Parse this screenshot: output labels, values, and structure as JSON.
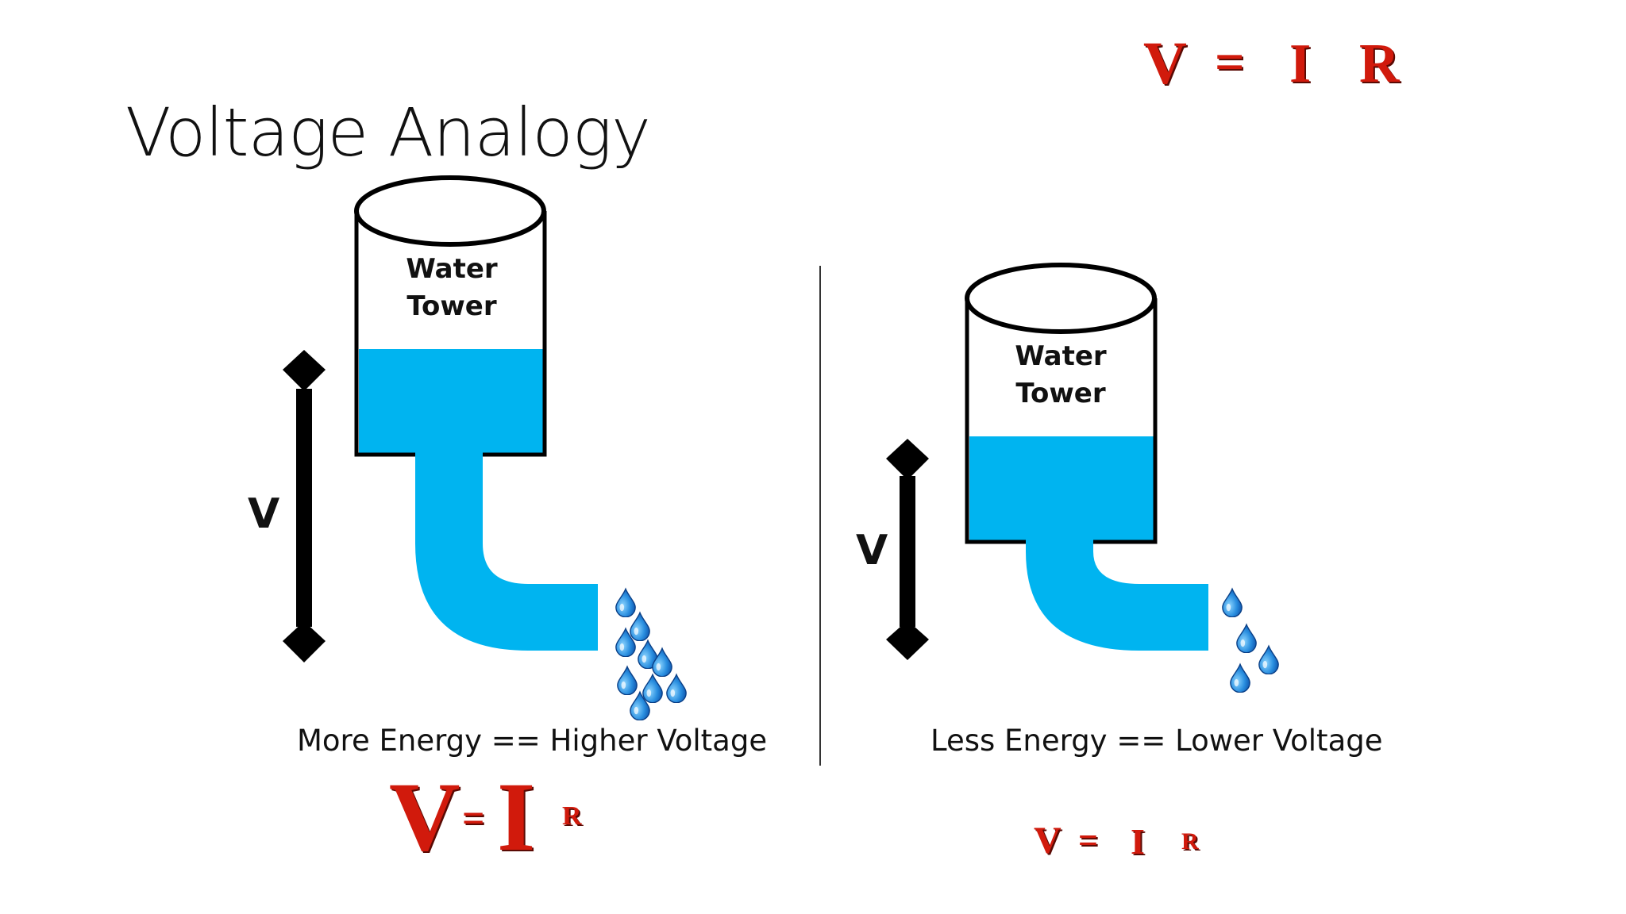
{
  "title": "Voltage Analogy",
  "left": {
    "tower_label_line1": "Water",
    "tower_label_line2": "Tower",
    "arrow_label": "V",
    "caption": "More Energy == Higher Voltage",
    "formula": {
      "v": "V",
      "eq": "=",
      "i": "I",
      "r": "R"
    }
  },
  "right": {
    "tower_label_line1": "Water",
    "tower_label_line2": "Tower",
    "arrow_label": "V",
    "caption": "Less Energy == Lower Voltage",
    "formula": {
      "v": "V",
      "eq": "=",
      "i": "I",
      "r": "R"
    }
  },
  "top_formula": {
    "v": "V",
    "eq": "=",
    "i": "I",
    "r": "R"
  },
  "colors": {
    "water": "#00b4f0",
    "formula_red": "#d11a0c",
    "outline": "#000000",
    "drop": "#1a7fd6"
  }
}
